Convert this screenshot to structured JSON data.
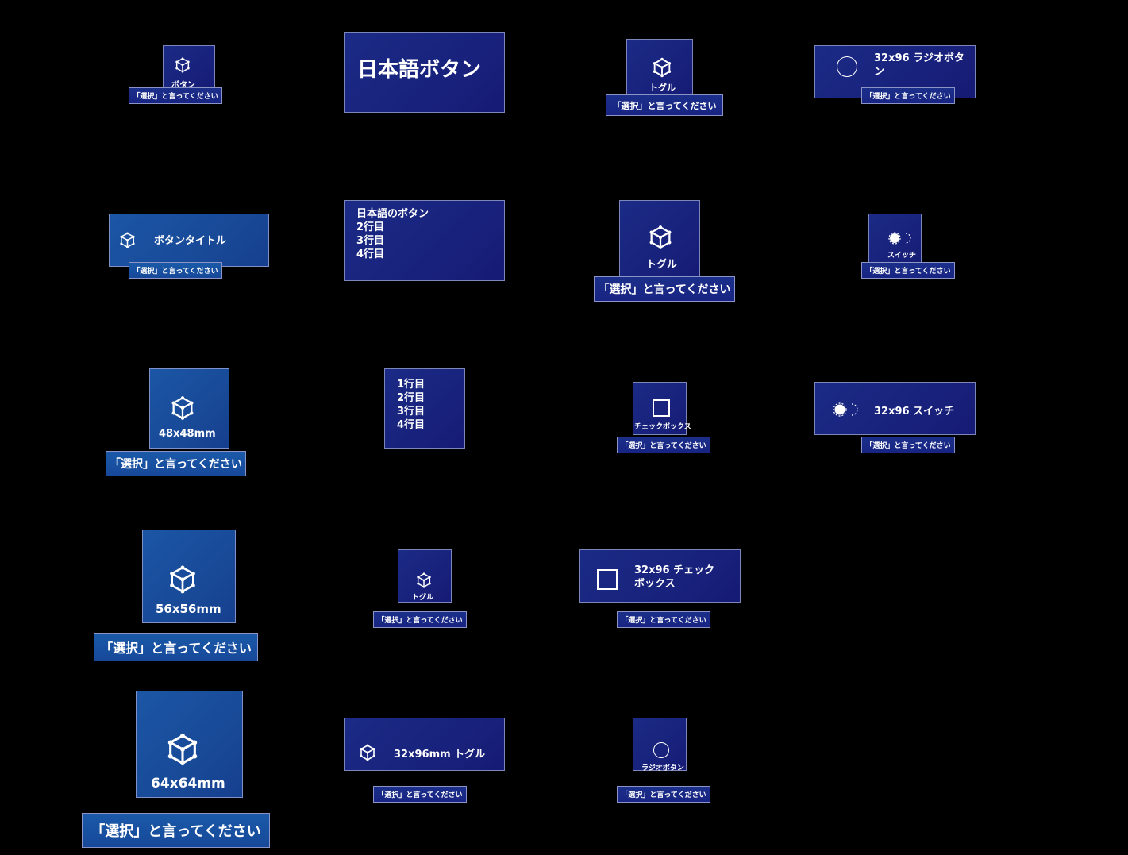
{
  "colors": {
    "background": "#000000",
    "button_navy": "#16207a",
    "button_blue": "#184a98",
    "border": "#7d86b8",
    "text": "#ffffff"
  },
  "say_select": "「選択」と言ってください",
  "labels": {
    "button": "ボタン",
    "jp_button": "日本語ボタン",
    "toggle": "トグル",
    "radio_32x96": "32x96 ラジオボタン",
    "button_title": "ボタンタイトル",
    "multiline": {
      "line1": "日本語のボタン",
      "line2": "2行目",
      "line3": "3行目",
      "line4": "4行目"
    },
    "toggle_large": "トグル",
    "switch": "スイッチ",
    "size_48": "48x48mm",
    "lines4": {
      "line1": "1行目",
      "line2": "2行目",
      "line3": "3行目",
      "line4": "4行目"
    },
    "checkbox": "チェックボックス",
    "switch_32x96": "32x96 スイッチ",
    "size_56": "56x56mm",
    "toggle_small": "トグル",
    "checkbox_32x96": "32x96 チェックボックス",
    "size_64": "64x64mm",
    "toggle_32x96": "32x96mm トグル",
    "radio": "ラジオボタン"
  },
  "icons": [
    "cube-icon",
    "radio-icon",
    "switch-icon",
    "checkbox-icon"
  ]
}
